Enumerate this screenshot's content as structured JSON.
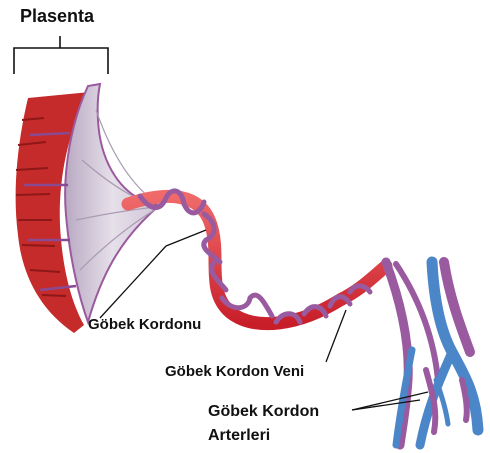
{
  "labels": {
    "placenta": "Plasenta",
    "umbilical_cord": "Göbek Kordonu",
    "umbilical_vein": "Göbek Kordon Veni",
    "umbilical_arteries_line1": "Göbek Kordon",
    "umbilical_arteries_line2": "Arterleri"
  },
  "colors": {
    "placenta_tissue": "#cc2a2a",
    "placenta_membrane": "#d9d2dc",
    "membrane_edge": "#9b5a9e",
    "vein": "#e23a3a",
    "artery": "#9a5aa0",
    "blue_vessel": "#4a86c8",
    "leader_line": "#111111"
  }
}
